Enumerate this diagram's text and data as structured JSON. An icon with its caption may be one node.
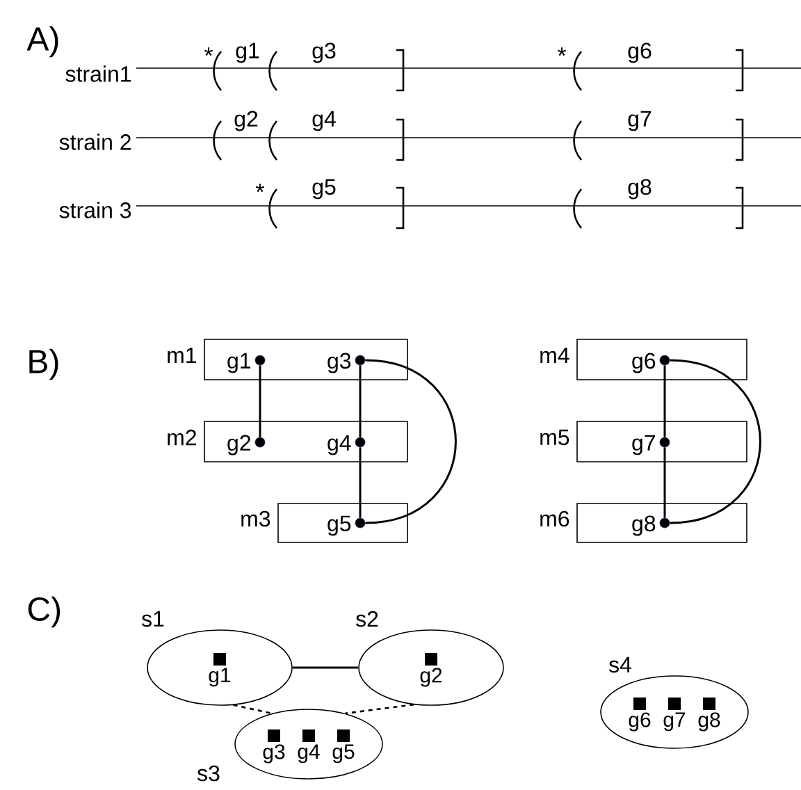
{
  "diagram": {
    "nodes": [
      {
        "text": [
          "m1"
        ]
      },
      {
        "text": [
          "g1"
        ],
        "in": 0
      },
      {
        "text": [
          "g3"
        ],
        "in": 0
      },
      {
        "text": [
          "m4"
        ]
      },
      {
        "text": [
          "g6"
        ],
        "in": 3
      },
      {
        "text": [
          "m2"
        ]
      },
      {
        "text": [
          "g2"
        ],
        "in": 5
      },
      {
        "text": [
          "g4"
        ],
        "in": 5
      },
      {
        "text": [
          "m5"
        ]
      },
      {
        "text": [
          "g7"
        ],
        "in": 8
      },
      {
        "text": [
          "m3"
        ]
      },
      {
        "text": [
          "g5"
        ],
        "in": 10
      },
      {
        "text": [
          "m6"
        ]
      },
      {
        "text": [
          "g8"
        ],
        "in": 12
      },
      {
        "text": [
          "s1"
        ]
      },
      {
        "text": [
          "g1"
        ],
        "in": 14
      },
      {
        "text": [
          "s2"
        ]
      },
      {
        "text": [
          "g2"
        ],
        "in": 16
      },
      {
        "text": [
          "s4"
        ]
      },
      {
        "text": [
          "g6"
        ],
        "in": 18
      },
      {
        "text": [
          "g7"
        ],
        "in": 18
      },
      {
        "text": [
          "g8"
        ],
        "in": 18
      },
      {
        "text": [
          "s3"
        ]
      },
      {
        "text": [
          "g3"
        ],
        "in": 22
      },
      {
        "text": [
          "g4"
        ],
        "in": 22
      },
      {
        "text": [
          "g5"
        ],
        "in": 22
      }
    ],
    "edges": [
      {
        "from": 1,
        "to": 6,
        "arrow": "none"
      },
      {
        "from": 2,
        "to": 7,
        "arrow": "none"
      },
      {
        "from": 7,
        "to": 11,
        "arrow": "none"
      },
      {
        "from": 2,
        "to": 11,
        "arrow": "none"
      },
      {
        "from": 4,
        "to": 9,
        "arrow": "none"
      },
      {
        "from": 9,
        "to": 13,
        "arrow": "none"
      },
      {
        "from": 4,
        "to": 13,
        "arrow": "none"
      },
      {
        "from": 14,
        "to": 16,
        "arrow": "none"
      },
      {
        "from": 14,
        "to": 22,
        "arrow": "none",
        "style": "dashed"
      },
      {
        "from": 16,
        "to": 22,
        "arrow": "none",
        "style": "dashed"
      }
    ],
    "labels": [
      "A)",
      "*",
      "g1",
      "g3",
      "*",
      "g6",
      "strain1",
      "g2",
      "g4",
      "g7",
      "strain 2",
      "*",
      "g5",
      "g8",
      "strain 3",
      "B)",
      "C)"
    ]
  }
}
